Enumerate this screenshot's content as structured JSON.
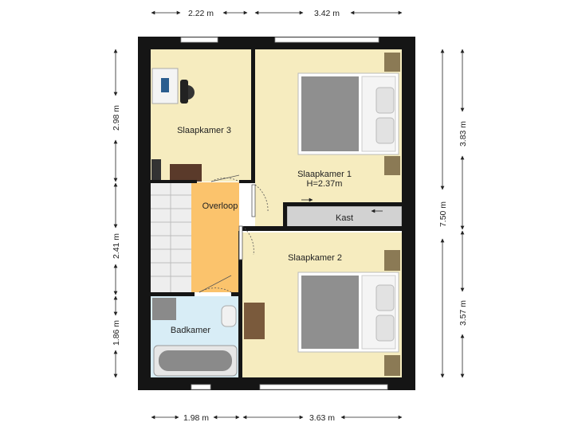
{
  "rooms": {
    "slaapkamer3": "Slaapkamer 3",
    "slaapkamer1": "Slaapkamer 1",
    "slaapkamer1_height": "H=2.37m",
    "overloop": "Overloop",
    "kast": "Kast",
    "slaapkamer2": "Slaapkamer 2",
    "badkamer": "Badkamer"
  },
  "dimensions": {
    "top_left": "2.22 m",
    "top_right": "3.42 m",
    "bottom_left": "1.98 m",
    "bottom_right": "3.63 m",
    "left_top": "2.98 m",
    "left_mid": "2.41 m",
    "left_bottom": "1.86 m",
    "right_total": "7.50 m",
    "right_top": "3.83 m",
    "right_bottom": "3.57 m"
  },
  "colors": {
    "bedroom": "#f6ecbf",
    "landing": "#fbc36c",
    "bathroom": "#d8edf6",
    "wall": "#151515",
    "bed": "#8f8f8f",
    "furniture": "#7a5a3c",
    "closet": "#d2d2d2"
  }
}
